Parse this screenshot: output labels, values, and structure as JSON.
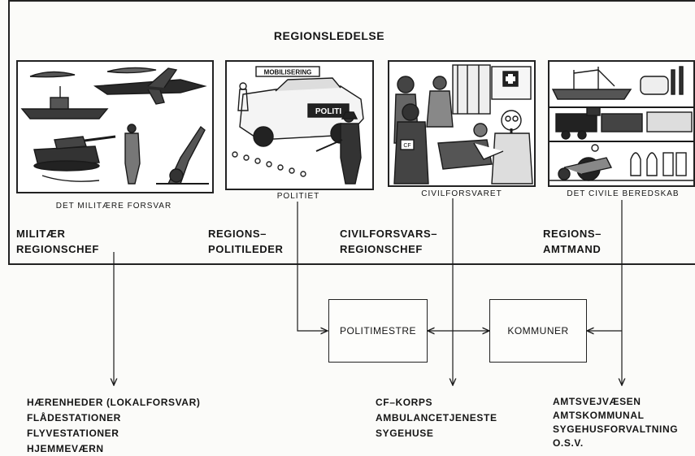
{
  "title": "REGIONSLEDELSE",
  "panels": [
    {
      "caption": "DET MILITÆRE FORSVAR"
    },
    {
      "caption": "POLITIET",
      "sign": "MOBILISERING",
      "car_text": "POLITI"
    },
    {
      "caption": "CIVILFORSVARET",
      "badge": "CF"
    },
    {
      "caption": "DET CIVILE BEREDSKAB"
    }
  ],
  "heads": [
    {
      "lines": [
        "MILITÆR",
        "REGIONSCHEF"
      ]
    },
    {
      "lines": [
        "REGIONS–",
        "POLITILEDER"
      ]
    },
    {
      "lines": [
        "CIVILFORSVARS–",
        "REGIONSCHEF"
      ]
    },
    {
      "lines": [
        "REGIONS–",
        "AMTMAND"
      ]
    }
  ],
  "nodes": {
    "police": "POLITIMESTRE",
    "municipalities": "KOMMUNER"
  },
  "destinations": [
    {
      "lines": [
        "HÆRENHEDER (LOKALFORSVAR)",
        "FLÅDESTATIONER",
        "FLYVESTATIONER",
        "HJEMMEVÆRN"
      ]
    },
    {
      "lines": [
        "CF–KORPS",
        "AMBULANCETJENESTE",
        "SYGEHUSE"
      ]
    },
    {
      "lines": [
        "AMTSVEJVÆSEN",
        "AMTSKOMMUNAL",
        "SYGEHUSFORVALTNING",
        "O.S.V."
      ]
    }
  ]
}
